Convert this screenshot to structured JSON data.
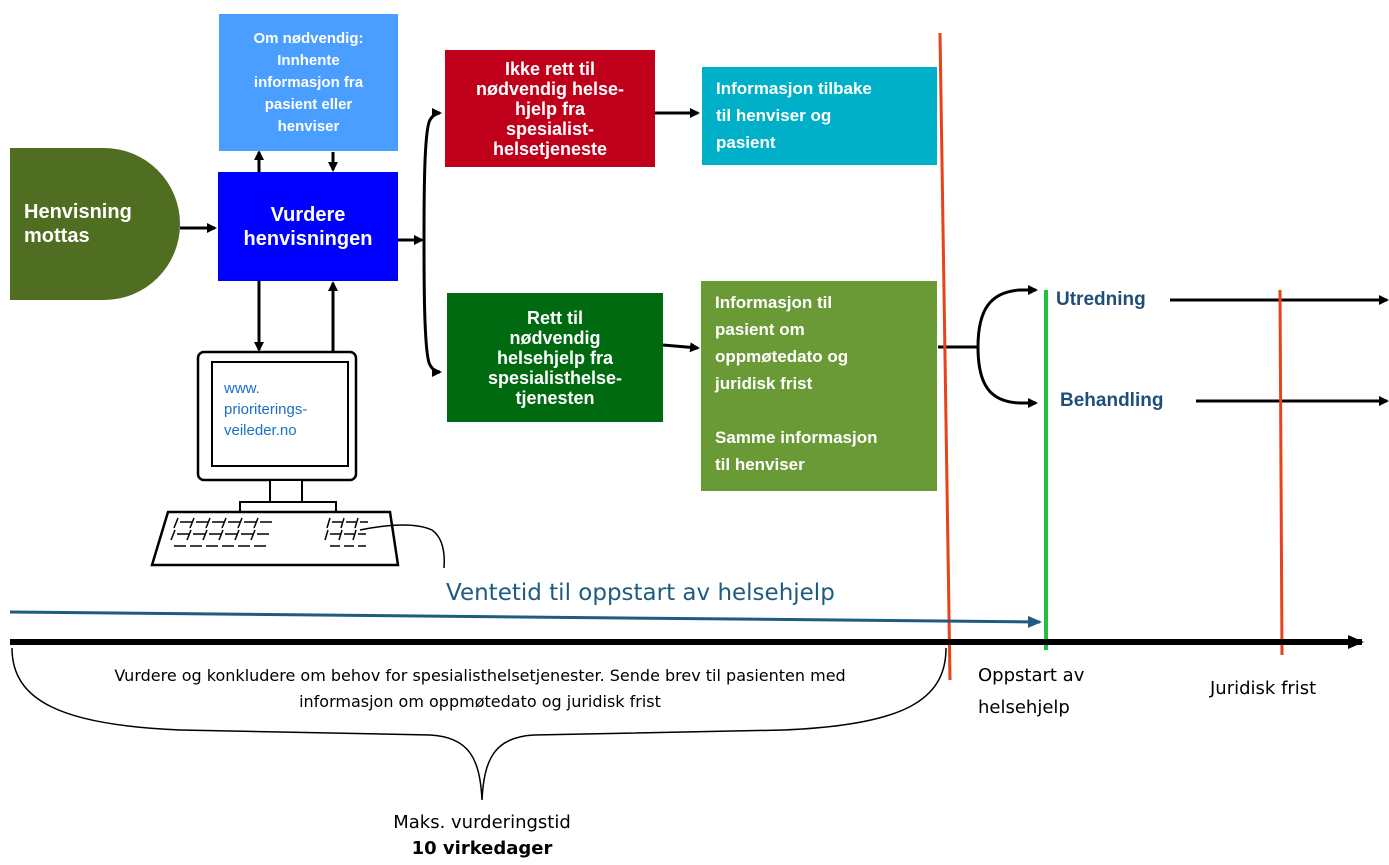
{
  "nodes": {
    "referral_received": "Henvisning\nmottas",
    "if_needed": "Om nødvendig:\nInnhente\ninformasjon fra\npasient eller\nhenviser",
    "assess_referral": "Vurdere\nhenvisningen",
    "no_right": "Ikke rett til\nnødvendig helse-\nhjelp fra\nspesialist-\nhelsetjeneste",
    "info_back": "Informasjon tilbake\ntil henviser og\npasient",
    "right": "Rett til\nnødvendig\nhelsehjelp fra\nspesialisthelse-\ntjenesten",
    "info_patient": "Informasjon til\npasient om\noppmøtedato og\njuridisk frist\n\nSamme informasjon\ntil henviser",
    "investigation": "Utredning",
    "treatment": "Behandling"
  },
  "computer": {
    "screen_text": "www.\nprioriterings-\nveileder.no"
  },
  "timeline": {
    "waiting_label": "Ventetid til oppstart av helsehjelp",
    "brace_text": "Vurdere og konkludere om behov for spesialisthelsetjenester. Sende brev til pasienten med\ninformasjon om oppmøtedato og juridisk frist",
    "start_label": "Oppstart av\nhelsehjelp",
    "deadline_label": "Juridisk frist",
    "max_time_label": "Maks. vurderingstid",
    "max_time_value": "10 virkedager"
  },
  "colors": {
    "referral": "#4f6e22",
    "if_needed": "#4a9eff",
    "assess": "#0000ff",
    "no_right": "#c0001a",
    "info_back": "#00b0c8",
    "right": "#006a10",
    "info_patient": "#6a9a36",
    "deadline_line": "#e8421a",
    "start_line": "#22c040",
    "waiting_arrow": "#1f5a80",
    "label_blue": "#1f4e79"
  }
}
